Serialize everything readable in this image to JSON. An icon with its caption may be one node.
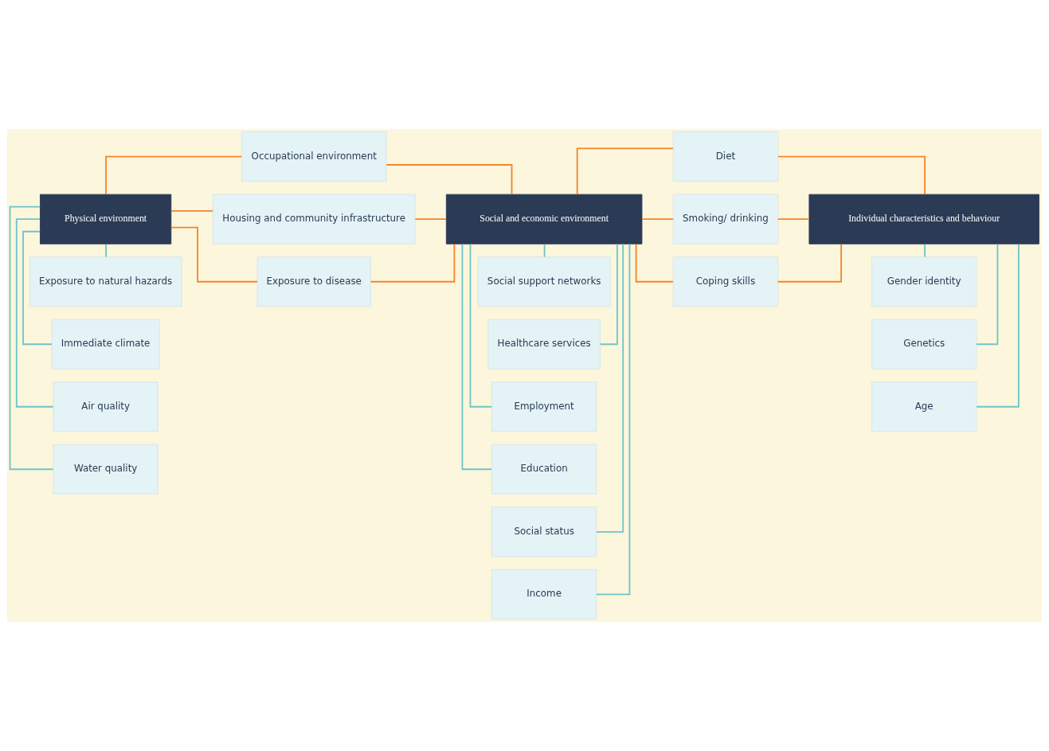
{
  "diagram": {
    "nodes": [
      {
        "text": [
          "Physical environment"
        ]
      },
      {
        "text": [
          "Water quality"
        ]
      },
      {
        "text": [
          "Air quality"
        ]
      },
      {
        "text": [
          "Immediate climate"
        ]
      },
      {
        "text": [
          "Exposure to natural hazards"
        ]
      },
      {
        "text": [
          "Occupational environment"
        ]
      },
      {
        "text": [
          "Housing and community infrastructure"
        ]
      },
      {
        "text": [
          "Exposure to disease"
        ]
      },
      {
        "text": [
          "Social and economic environment"
        ]
      },
      {
        "text": [
          "Income"
        ]
      },
      {
        "text": [
          "Social status"
        ]
      },
      {
        "text": [
          "Education"
        ]
      },
      {
        "text": [
          "Employment"
        ]
      },
      {
        "text": [
          "Healthcare services"
        ]
      },
      {
        "text": [
          "Social support networks"
        ]
      },
      {
        "text": [
          "Diet"
        ]
      },
      {
        "text": [
          "Smoking/ drinking"
        ]
      },
      {
        "text": [
          "Coping skills"
        ]
      },
      {
        "text": [
          "Individual characteristics and behaviour"
        ]
      },
      {
        "text": [
          "Age"
        ]
      },
      {
        "text": [
          "Genetics"
        ]
      },
      {
        "text": [
          "Gender identity"
        ]
      }
    ],
    "edges": [
      {
        "from": 0,
        "to": 1,
        "arrow": "none"
      },
      {
        "from": 0,
        "to": 2,
        "arrow": "none"
      },
      {
        "from": 0,
        "to": 3,
        "arrow": "none"
      },
      {
        "from": 0,
        "to": 4,
        "arrow": "none"
      },
      {
        "from": 0,
        "to": 5,
        "arrow": "none",
        "color": "#f5842a"
      },
      {
        "from": 0,
        "to": 6,
        "arrow": "none",
        "color": "#f5842a"
      },
      {
        "from": 0,
        "to": 7,
        "arrow": "none",
        "color": "#f5842a"
      },
      {
        "from": 5,
        "to": 8,
        "arrow": "none",
        "color": "#f5842a"
      },
      {
        "from": 6,
        "to": 8,
        "arrow": "none",
        "color": "#f5842a"
      },
      {
        "from": 7,
        "to": 8,
        "arrow": "none",
        "color": "#f5842a"
      },
      {
        "from": 8,
        "to": 9,
        "arrow": "none"
      },
      {
        "from": 8,
        "to": 10,
        "arrow": "none"
      },
      {
        "from": 8,
        "to": 11,
        "arrow": "none"
      },
      {
        "from": 8,
        "to": 12,
        "arrow": "none"
      },
      {
        "from": 8,
        "to": 13,
        "arrow": "none"
      },
      {
        "from": 8,
        "to": 14,
        "arrow": "none"
      },
      {
        "from": 8,
        "to": 15,
        "arrow": "none",
        "color": "#f5842a"
      },
      {
        "from": 8,
        "to": 16,
        "arrow": "none",
        "color": "#f5842a"
      },
      {
        "from": 8,
        "to": 17,
        "arrow": "none",
        "color": "#f5842a"
      },
      {
        "from": 15,
        "to": 18,
        "arrow": "none",
        "color": "#f5842a"
      },
      {
        "from": 16,
        "to": 18,
        "arrow": "none",
        "color": "#f5842a"
      },
      {
        "from": 17,
        "to": 18,
        "arrow": "none",
        "color": "#f5842a"
      },
      {
        "from": 18,
        "to": 19,
        "arrow": "none"
      },
      {
        "from": 18,
        "to": 20,
        "arrow": "none"
      },
      {
        "from": 18,
        "to": 21,
        "arrow": "none"
      }
    ]
  }
}
